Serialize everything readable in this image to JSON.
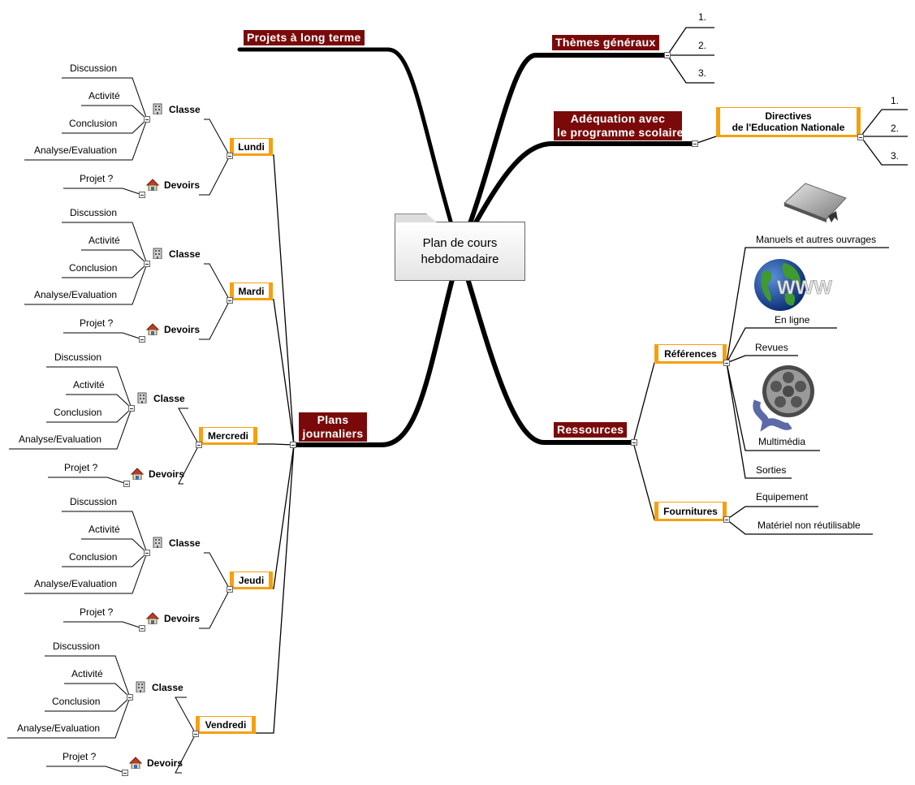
{
  "center": {
    "line1": "Plan  de  cours",
    "line2": "hebdomadaire"
  },
  "branches": {
    "projets": "Projets à long terme",
    "themes": "Thèmes généraux",
    "adequation_l1": "Adéquation  avec",
    "adequation_l2": "le programme scolaire",
    "plans_l1": "Plans",
    "plans_l2": "journaliers",
    "ressources": "Ressources"
  },
  "themes_items": [
    "1.",
    "2.",
    "3."
  ],
  "directives": {
    "line1": "Directives",
    "line2": "de l'Education Nationale",
    "items": [
      "1.",
      "2.",
      "3."
    ]
  },
  "days": [
    "Lundi",
    "Mardi",
    "Mercredi",
    "Jeudi",
    "Vendredi"
  ],
  "day_sub": {
    "classe": "Classe",
    "devoirs": "Devoirs",
    "classe_items": [
      "Discussion",
      "Activité",
      "Conclusion",
      "Analyse/Evaluation"
    ],
    "devoirs_item": "Projet ?"
  },
  "references": {
    "label": "Références",
    "items": [
      "Manuels et autres ouvrages",
      "En ligne",
      "Revues",
      "Multimédia",
      "Sorties"
    ]
  },
  "fournitures": {
    "label": "Fournitures",
    "items": [
      "Equipement",
      "Matériel non réutilisable"
    ]
  },
  "icons": {
    "classe": "building-icon",
    "devoirs": "house-icon",
    "manuels": "book-icon",
    "en_ligne": "globe-www-icon",
    "multimedia": "film-reel-icon"
  }
}
